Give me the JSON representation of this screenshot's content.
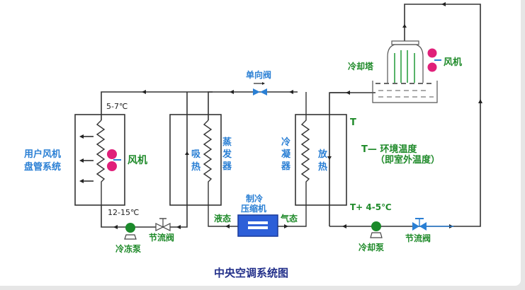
{
  "diagram": {
    "title": "中央空调系统图",
    "user_system": {
      "label_line1": "用户风机",
      "label_line2": "盘管系统",
      "fan_label": "风机"
    },
    "chilled_water": {
      "supply_temp": "5-7℃",
      "return_temp": "12-15℃",
      "pump_label": "冷冻泵",
      "valve_label": "节流阀"
    },
    "evaporator": {
      "side_label": [
        "吸",
        "热"
      ],
      "name": [
        "蒸",
        "发",
        "器"
      ]
    },
    "condenser": {
      "name": [
        "冷",
        "凝",
        "器"
      ],
      "side_label": [
        "放",
        "热"
      ]
    },
    "check_valve": {
      "label": "单向阀"
    },
    "compressor": {
      "label_line1": "制冷",
      "label_line2": "压缩机",
      "left_state": "液态",
      "right_state": "气态"
    },
    "cooling_tower": {
      "label": "冷却塔",
      "fan_label": "风机"
    },
    "cooling_water": {
      "top_temp": "T",
      "bottom_temp": "T+ 4-5℃",
      "legend_line1": "T— 环境温度",
      "legend_line2": "（即室外温度）",
      "pump_label": "冷却泵",
      "valve_label": "节流阀"
    },
    "colors": {
      "blue_label": "#2a7fd4",
      "green_label": "#1f8a2a",
      "fan": "#e0207a",
      "pump": "#1b8a2b",
      "compressor": "#2d5fd8",
      "title": "#23308a"
    }
  }
}
